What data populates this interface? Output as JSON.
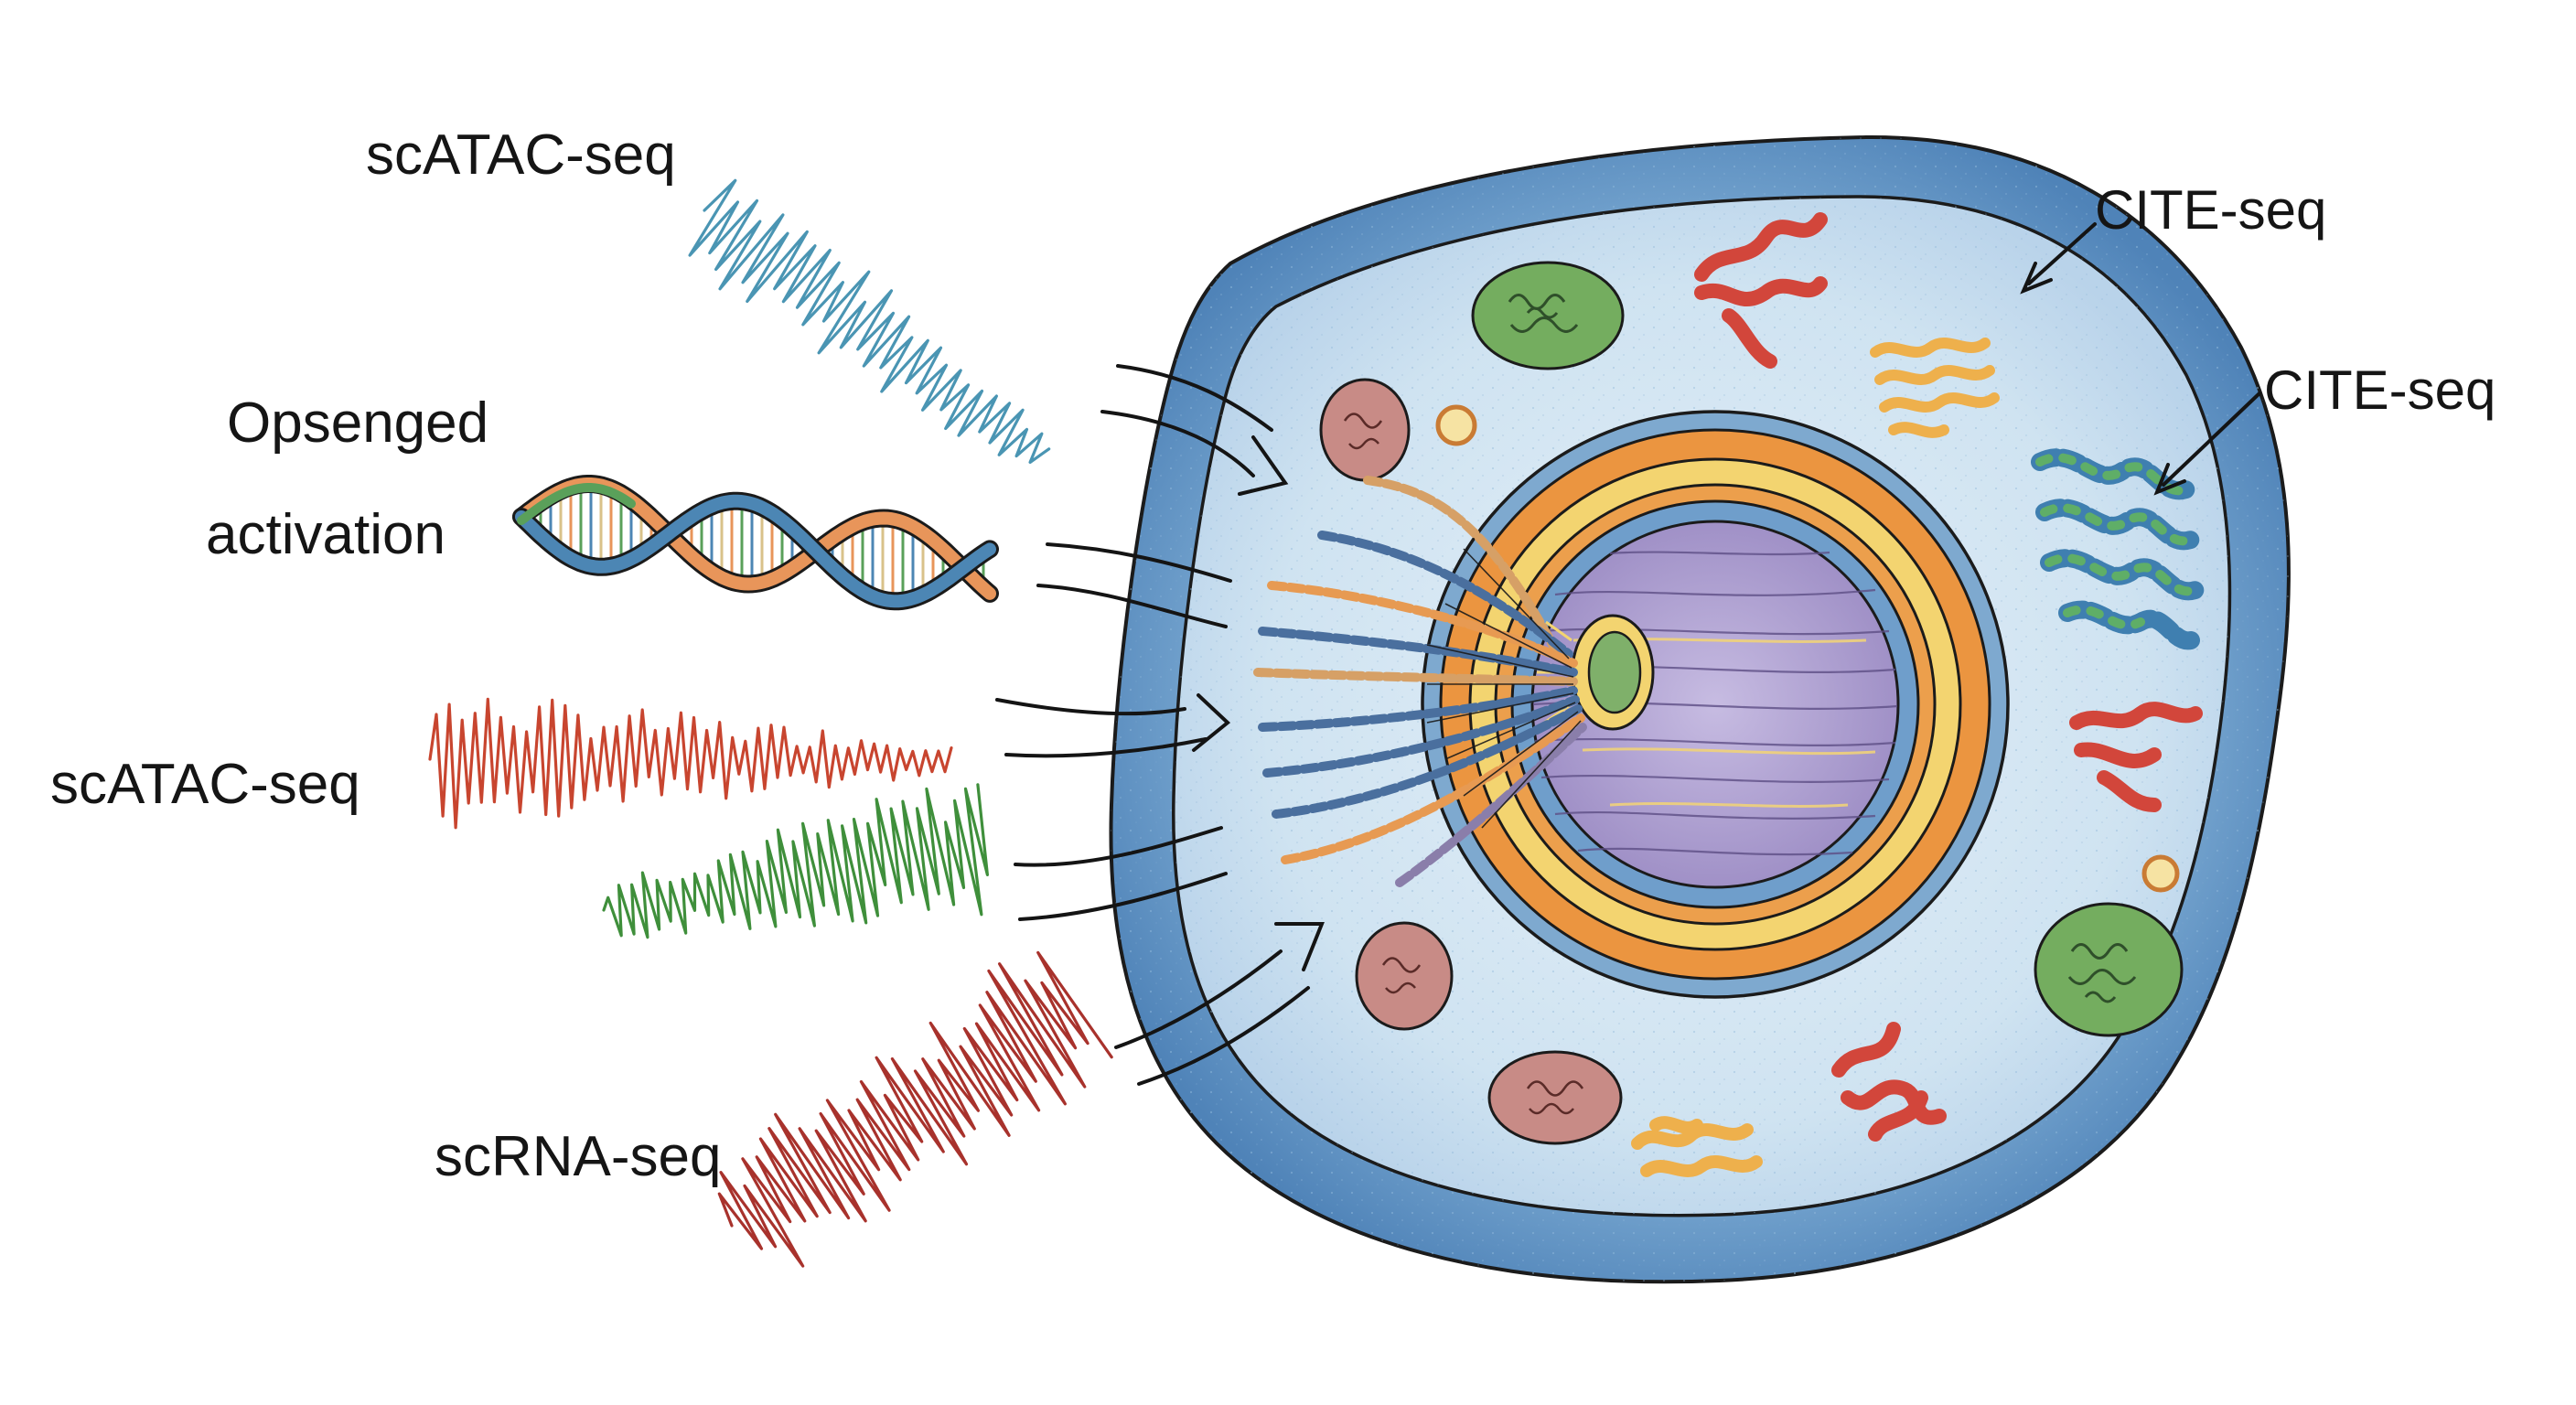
{
  "labels": {
    "signal_top": "scATAC-seq",
    "dna_caption_line1": "Opsenged",
    "dna_caption_line2": "activation",
    "signal_middle": "scATAC-seq",
    "signal_bottom": "scRNA-seq",
    "cell_right_upper": "CITE-seq",
    "cell_right_lower": "CITE-seq"
  },
  "colors": {
    "signal_top": "#4a95b3",
    "signal_red": "#c8452f",
    "signal_green": "#3f8f3b",
    "signal_darkred": "#a8322c",
    "cell_outer": "#5f93c4",
    "cytoplasm": "#cfe3f1",
    "nucleus_orange": "#eb9540",
    "nucleus_yellow": "#f2d06b",
    "nucleus_blue": "#6798c2",
    "nucleus_purple": "#a796c8",
    "organelle_green": "#6aa85a",
    "organelle_pink": "#c88b86",
    "organelle_red": "#d2463b",
    "organelle_yellow": "#eeb04c",
    "dna_blue": "#4c86b4",
    "dna_orange": "#e8955a",
    "dna_green": "#5aa05a"
  }
}
